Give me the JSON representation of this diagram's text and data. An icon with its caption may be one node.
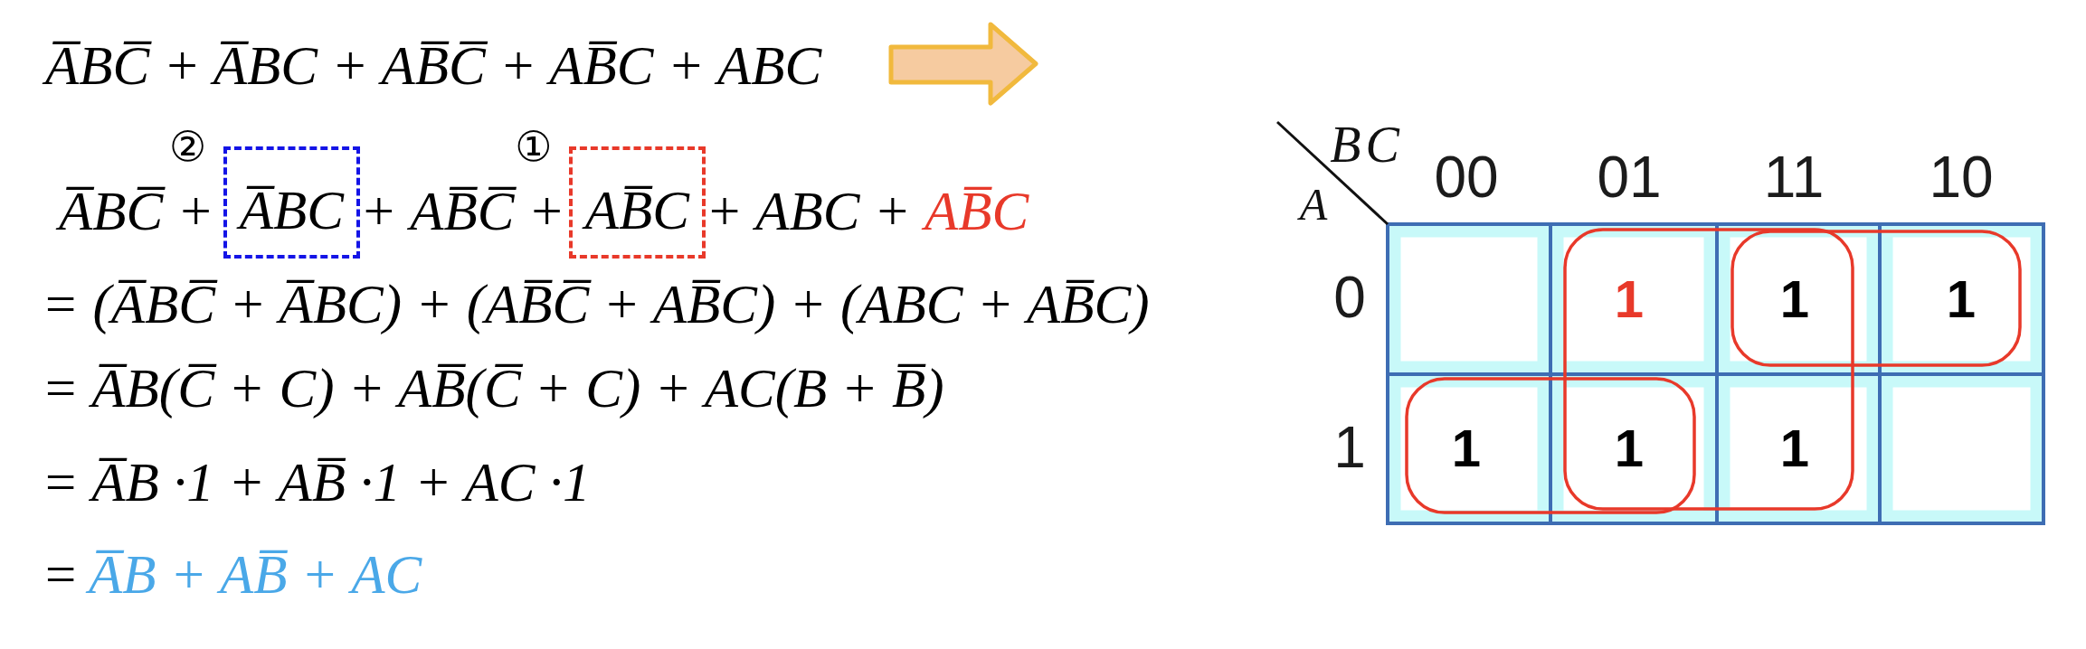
{
  "diagram": {
    "nodes": [
      {
        "text": [
          "A̅BC"
        ],
        "beside": [
          "②"
        ]
      },
      {
        "text": [
          "AB̅C"
        ],
        "beside": [
          "①"
        ]
      }
    ],
    "labels": [
      "A̅BC̅ + A̅BC + AB̅C̅ + AB̅C + ABC",
      "A̅BC̅ +",
      "+ AB̅C̅ +",
      "+ ABC +",
      "AB̅C",
      "= (A̅BC̅ + A̅BC) + (AB̅C̅ + AB̅C) + (ABC + AB̅C)",
      "= A̅B(C̅ + C) + AB̅(C̅ + C) + AC(B + B̅)",
      "= A̅B ·1 + AB̅ ·1 + AC ·1",
      "=",
      "A̅B + AB̅ + AC",
      "BC",
      "A",
      "00",
      "01",
      "11",
      "10",
      "0",
      "1",
      "1",
      "1",
      "1",
      "1",
      "1",
      "1"
    ]
  }
}
